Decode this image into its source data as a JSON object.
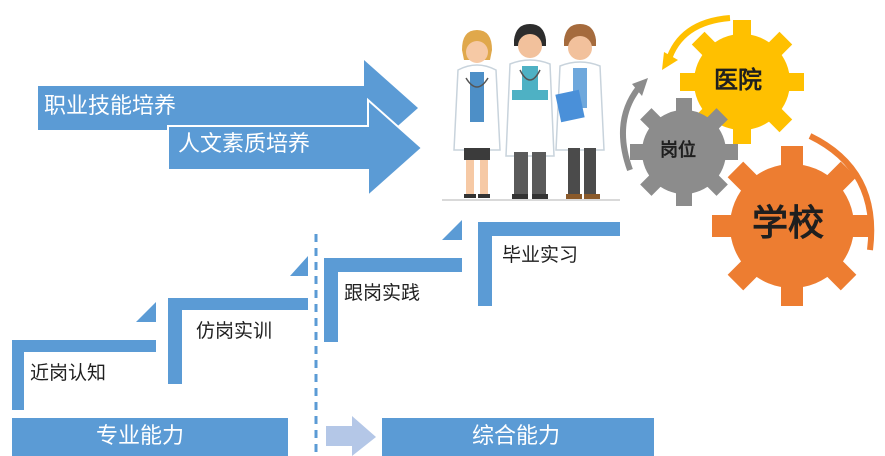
{
  "arrows": {
    "top": "职业技能培养",
    "bottom": "人文素质培养"
  },
  "gears": {
    "hospital": "医院",
    "post": "岗位",
    "school": "学校"
  },
  "steps": [
    "近岗认知",
    "仿岗实训",
    "跟岗实践",
    "毕业实习"
  ],
  "bars": {
    "left": "专业能力",
    "right": "综合能力"
  },
  "colors": {
    "blue": "#5b9bd5",
    "yellow": "#ffc000",
    "gray": "#8c8c8c",
    "orange": "#ed7d31"
  }
}
